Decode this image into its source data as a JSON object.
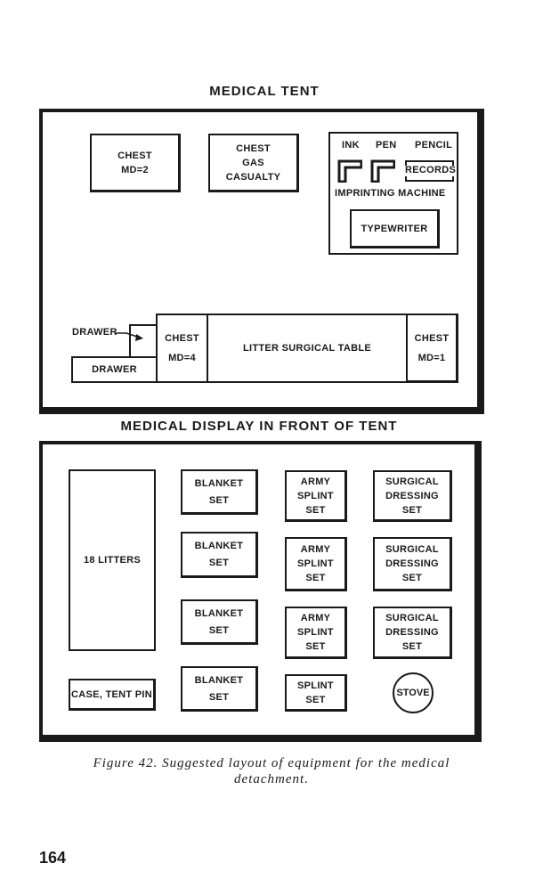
{
  "tent": {
    "heading": "MEDICAL TENT",
    "chest_md2": [
      "CHEST",
      "MD=2"
    ],
    "chest_gas": [
      "CHEST",
      "GAS",
      "CASUALTY"
    ],
    "ink": "INK",
    "pen": "PEN",
    "pencil": "PENCIL",
    "records": "RECORDS",
    "imprinting_machine": "IMPRINTING MACHINE",
    "typewriter": "TYPEWRITER",
    "drawer_label": "DRAWER",
    "drawer_box": "DRAWER",
    "chest_md4": [
      "CHEST",
      "MD=4"
    ],
    "litter_table": "LITTER SURGICAL TABLE",
    "chest_md1": [
      "CHEST",
      "MD=1"
    ]
  },
  "display": {
    "heading": "MEDICAL DISPLAY IN FRONT OF TENT",
    "litters": "18 LITTERS",
    "case_tent_pin": "CASE, TENT PIN",
    "blanket_sets": [
      [
        "BLANKET",
        "SET"
      ],
      [
        "BLANKET",
        "SET"
      ],
      [
        "BLANKET",
        "SET"
      ],
      [
        "BLANKET",
        "SET"
      ]
    ],
    "splint_sets": [
      [
        "ARMY",
        "SPLINT",
        "SET"
      ],
      [
        "ARMY",
        "SPLINT",
        "SET"
      ],
      [
        "ARMY",
        "SPLINT",
        "SET"
      ],
      [
        "SPLINT",
        "SET"
      ]
    ],
    "dressing_sets": [
      [
        "SURGICAL",
        "DRESSING",
        "SET"
      ],
      [
        "SURGICAL",
        "DRESSING",
        "SET"
      ],
      [
        "SURGICAL",
        "DRESSING",
        "SET"
      ]
    ],
    "stove": "STOVE"
  },
  "caption": {
    "line1": "Figure 42. Suggested layout of equipment for the medical",
    "line2": "detachment."
  },
  "page_number": "164"
}
